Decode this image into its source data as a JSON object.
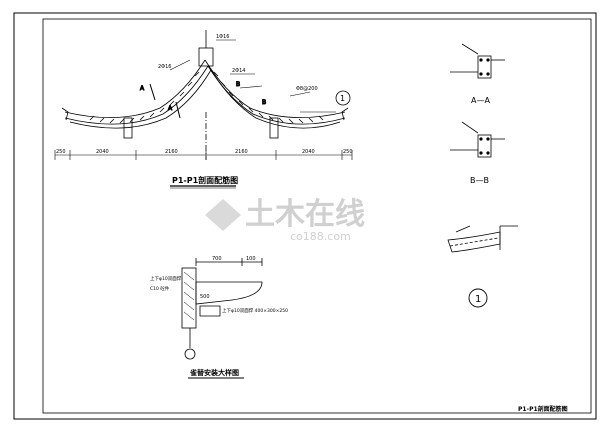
{
  "drawing": {
    "main_title": "P1-P1剖面配筋图",
    "detail_title": "雀替安装大样图",
    "sheet_title": "P1-P1剖面配筋图",
    "section_a": "A—A",
    "section_b": "B—B",
    "detail_marker": "1",
    "main_dims": [
      "250",
      "2040",
      "2160",
      "2160",
      "2040",
      "250"
    ],
    "detail_dims": [
      "700",
      "100"
    ],
    "detail_labels": [
      "上下φ10双面焊",
      "C10 砼件",
      "500",
      "上下φ10双面焊 400×300×250"
    ],
    "rebar_notes": [
      "2Φ16",
      "1Φ16",
      "2Φ14",
      "Φ8@200"
    ],
    "watermark_cn": "土木在线",
    "watermark_en": "co188.com"
  }
}
